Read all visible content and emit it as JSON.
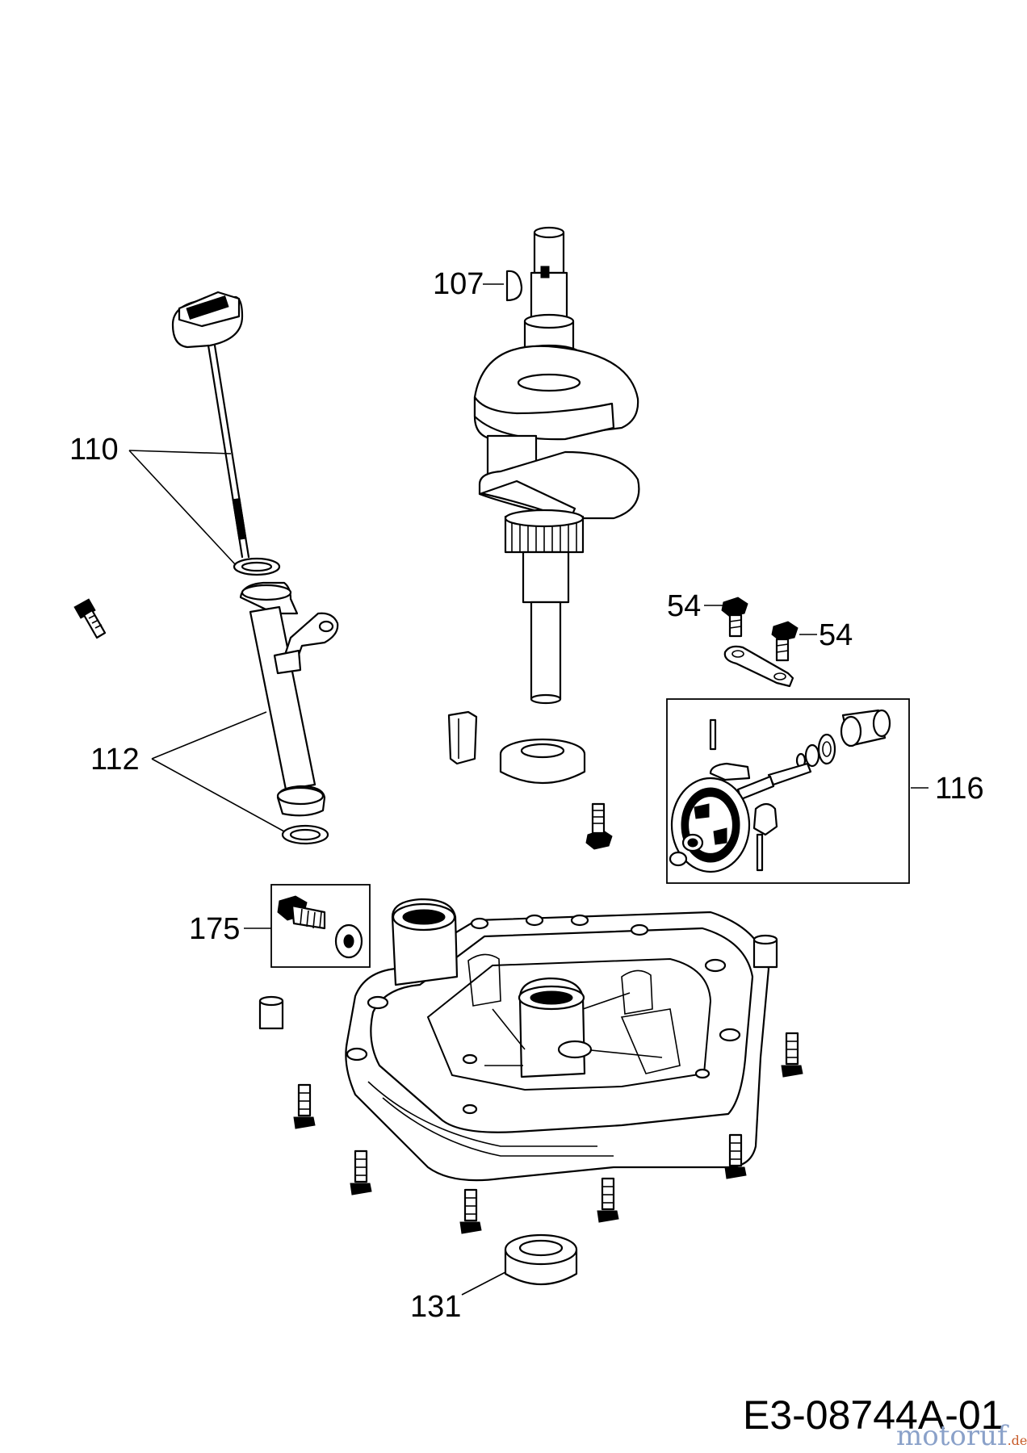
{
  "callouts": [
    {
      "id": "107",
      "label": "107"
    },
    {
      "id": "110",
      "label": "110"
    },
    {
      "id": "112",
      "label": "112"
    },
    {
      "id": "54a",
      "label": "54"
    },
    {
      "id": "54b",
      "label": "54"
    },
    {
      "id": "116",
      "label": "116"
    },
    {
      "id": "175",
      "label": "175"
    },
    {
      "id": "131",
      "label": "131"
    }
  ],
  "document_number": "E3-08744A-01",
  "watermark": {
    "brand": "motoruf",
    "suffix": ".de",
    "color_main": "#8aa1c9",
    "color_accent": "#c75c2a"
  }
}
